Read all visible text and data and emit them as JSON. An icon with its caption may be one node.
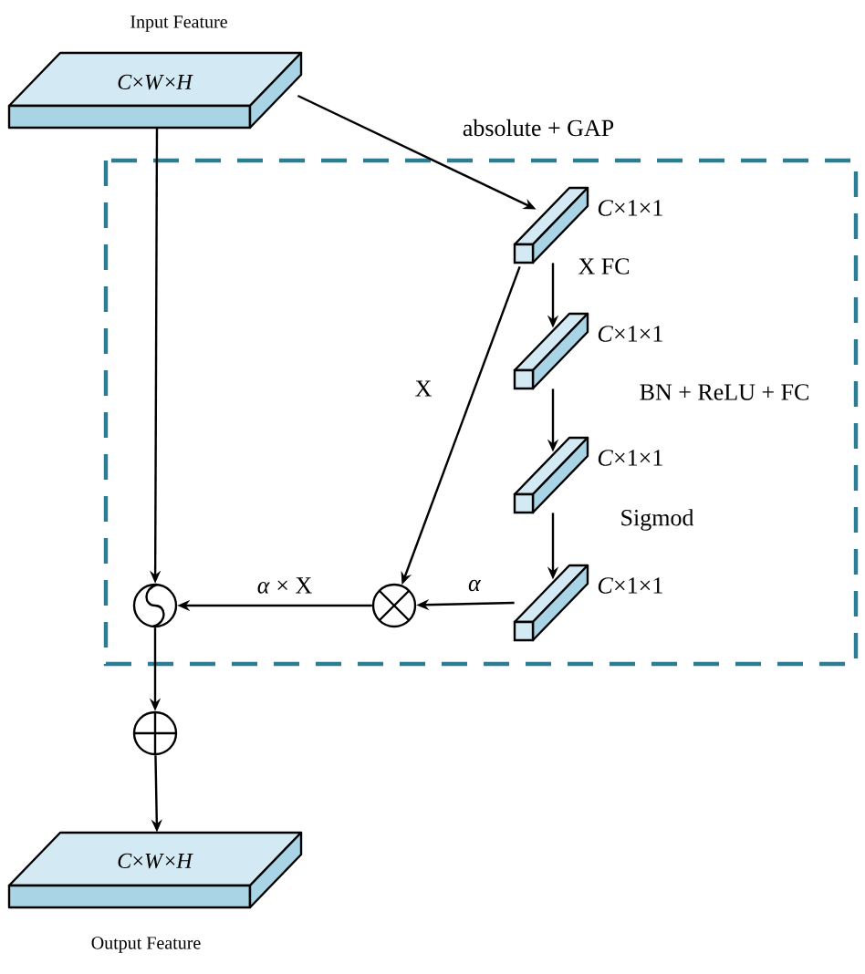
{
  "diagram": {
    "nodes": [
      {
        "text": [
          "Input Feature",
          "*C*×*W*×*H*"
        ]
      },
      {
        "text": [],
        "shape": "bar",
        "beside": [
          "*C*×1×1"
        ]
      },
      {
        "text": [],
        "shape": "bar",
        "beside": [
          "*C*×1×1"
        ]
      },
      {
        "text": [],
        "shape": "bar",
        "beside": [
          "*C*×1×1"
        ]
      },
      {
        "text": [],
        "shape": "bar",
        "beside": [
          "*C*×1×1"
        ]
      },
      {
        "text": [],
        "shape": "circle"
      },
      {
        "text": [],
        "shape": "circle"
      },
      {
        "text": [],
        "shape": "circle"
      },
      {
        "text": [
          "*C*×*W*×*H*",
          "Output Feature"
        ]
      }
    ],
    "edges": [
      {
        "from": 0,
        "to": 1,
        "arrow": "to",
        "label": "absolute + GAP"
      },
      {
        "from": 1,
        "to": 2,
        "arrow": "to",
        "label": "X   FC"
      },
      {
        "from": 1,
        "to": 5,
        "arrow": "to",
        "label": "X"
      },
      {
        "from": 2,
        "to": 3,
        "arrow": "to",
        "label": "BN + ReLU + FC"
      },
      {
        "from": 3,
        "to": 4,
        "arrow": "to",
        "label": "Sigmod"
      },
      {
        "from": 4,
        "to": 5,
        "arrow": "to",
        "label": "*α*"
      },
      {
        "from": 5,
        "to": 6,
        "arrow": "to",
        "label": "*α* × X"
      },
      {
        "from": 0,
        "to": 6,
        "arrow": "to"
      },
      {
        "from": 6,
        "to": 7,
        "arrow": "to"
      },
      {
        "from": 7,
        "to": 8,
        "arrow": "to"
      }
    ]
  }
}
